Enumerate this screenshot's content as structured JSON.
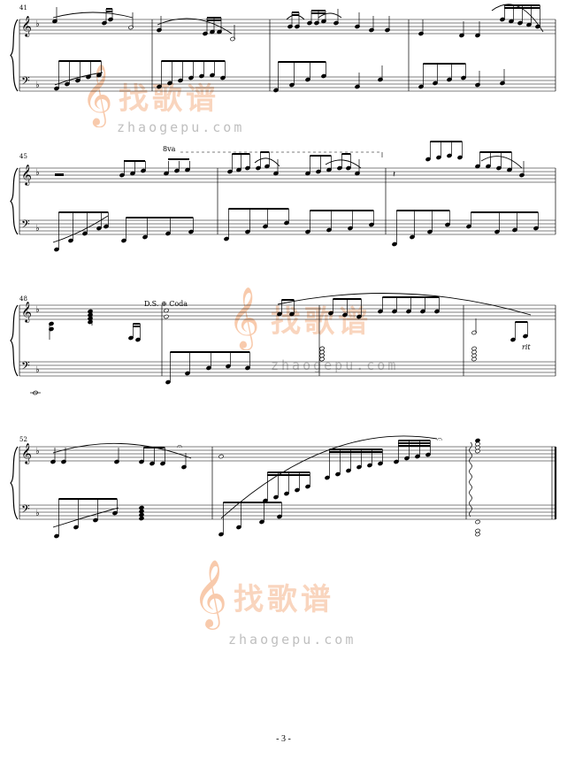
{
  "page": {
    "number_label": "- 3 -"
  },
  "systems": [
    {
      "first_measure": "41",
      "ottava": ""
    },
    {
      "first_measure": "45",
      "ottava": "8va"
    },
    {
      "first_measure": "48",
      "ottava": ""
    },
    {
      "first_measure": "52",
      "ottava": ""
    }
  ],
  "directions": {
    "ds": "D.S.",
    "coda": "Coda",
    "rit": "rit"
  },
  "watermark": {
    "chinese": "找歌谱",
    "url": "zhaogepu.com",
    "clef_glyph": "𝄞"
  },
  "colors": {
    "ink": "#000000",
    "watermark_orange": "#f5b48a",
    "watermark_grey": "#b9b9b9"
  }
}
